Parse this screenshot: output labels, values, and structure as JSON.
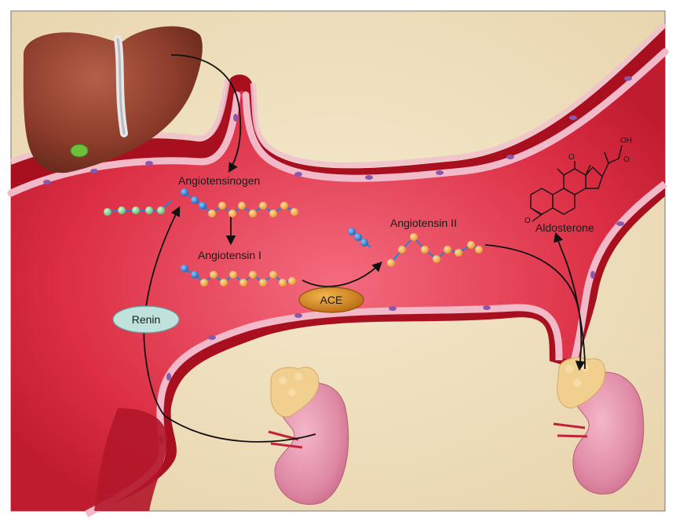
{
  "diagram": {
    "labels": {
      "angiotensinogen": "Angiotensinogen",
      "angiotensin_i": "Angiotensin I",
      "angiotensin_ii": "Angiotensin II",
      "aldosterone": "Aldosterone",
      "renin": "Renin",
      "ace": "ACE"
    },
    "structure_labels": {
      "oh": "OH",
      "o_top": "O",
      "o_side": "O",
      "o_left": "O"
    },
    "colors": {
      "background": "#eedfbe",
      "vessel_wall": "#b31424",
      "vessel_lumen": "#d8283c",
      "endothelium": "#f2b9c9",
      "nucleus": "#8a58a8",
      "liver": "#8e3f2c",
      "gallbladder": "#6bbf3a",
      "kidney": "#e08aa6",
      "adrenal": "#f1cf8e",
      "bead_orange": "#f4b24d",
      "bead_blue": "#2f7fd0",
      "bead_green": "#86c98f",
      "renin_fill": "#bfe3dc",
      "ace_fill": "#d2871b"
    },
    "icons": [
      "liver-icon",
      "gallbladder-icon",
      "kidney-icon",
      "adrenal-gland-icon",
      "steroid-structure-icon"
    ]
  }
}
